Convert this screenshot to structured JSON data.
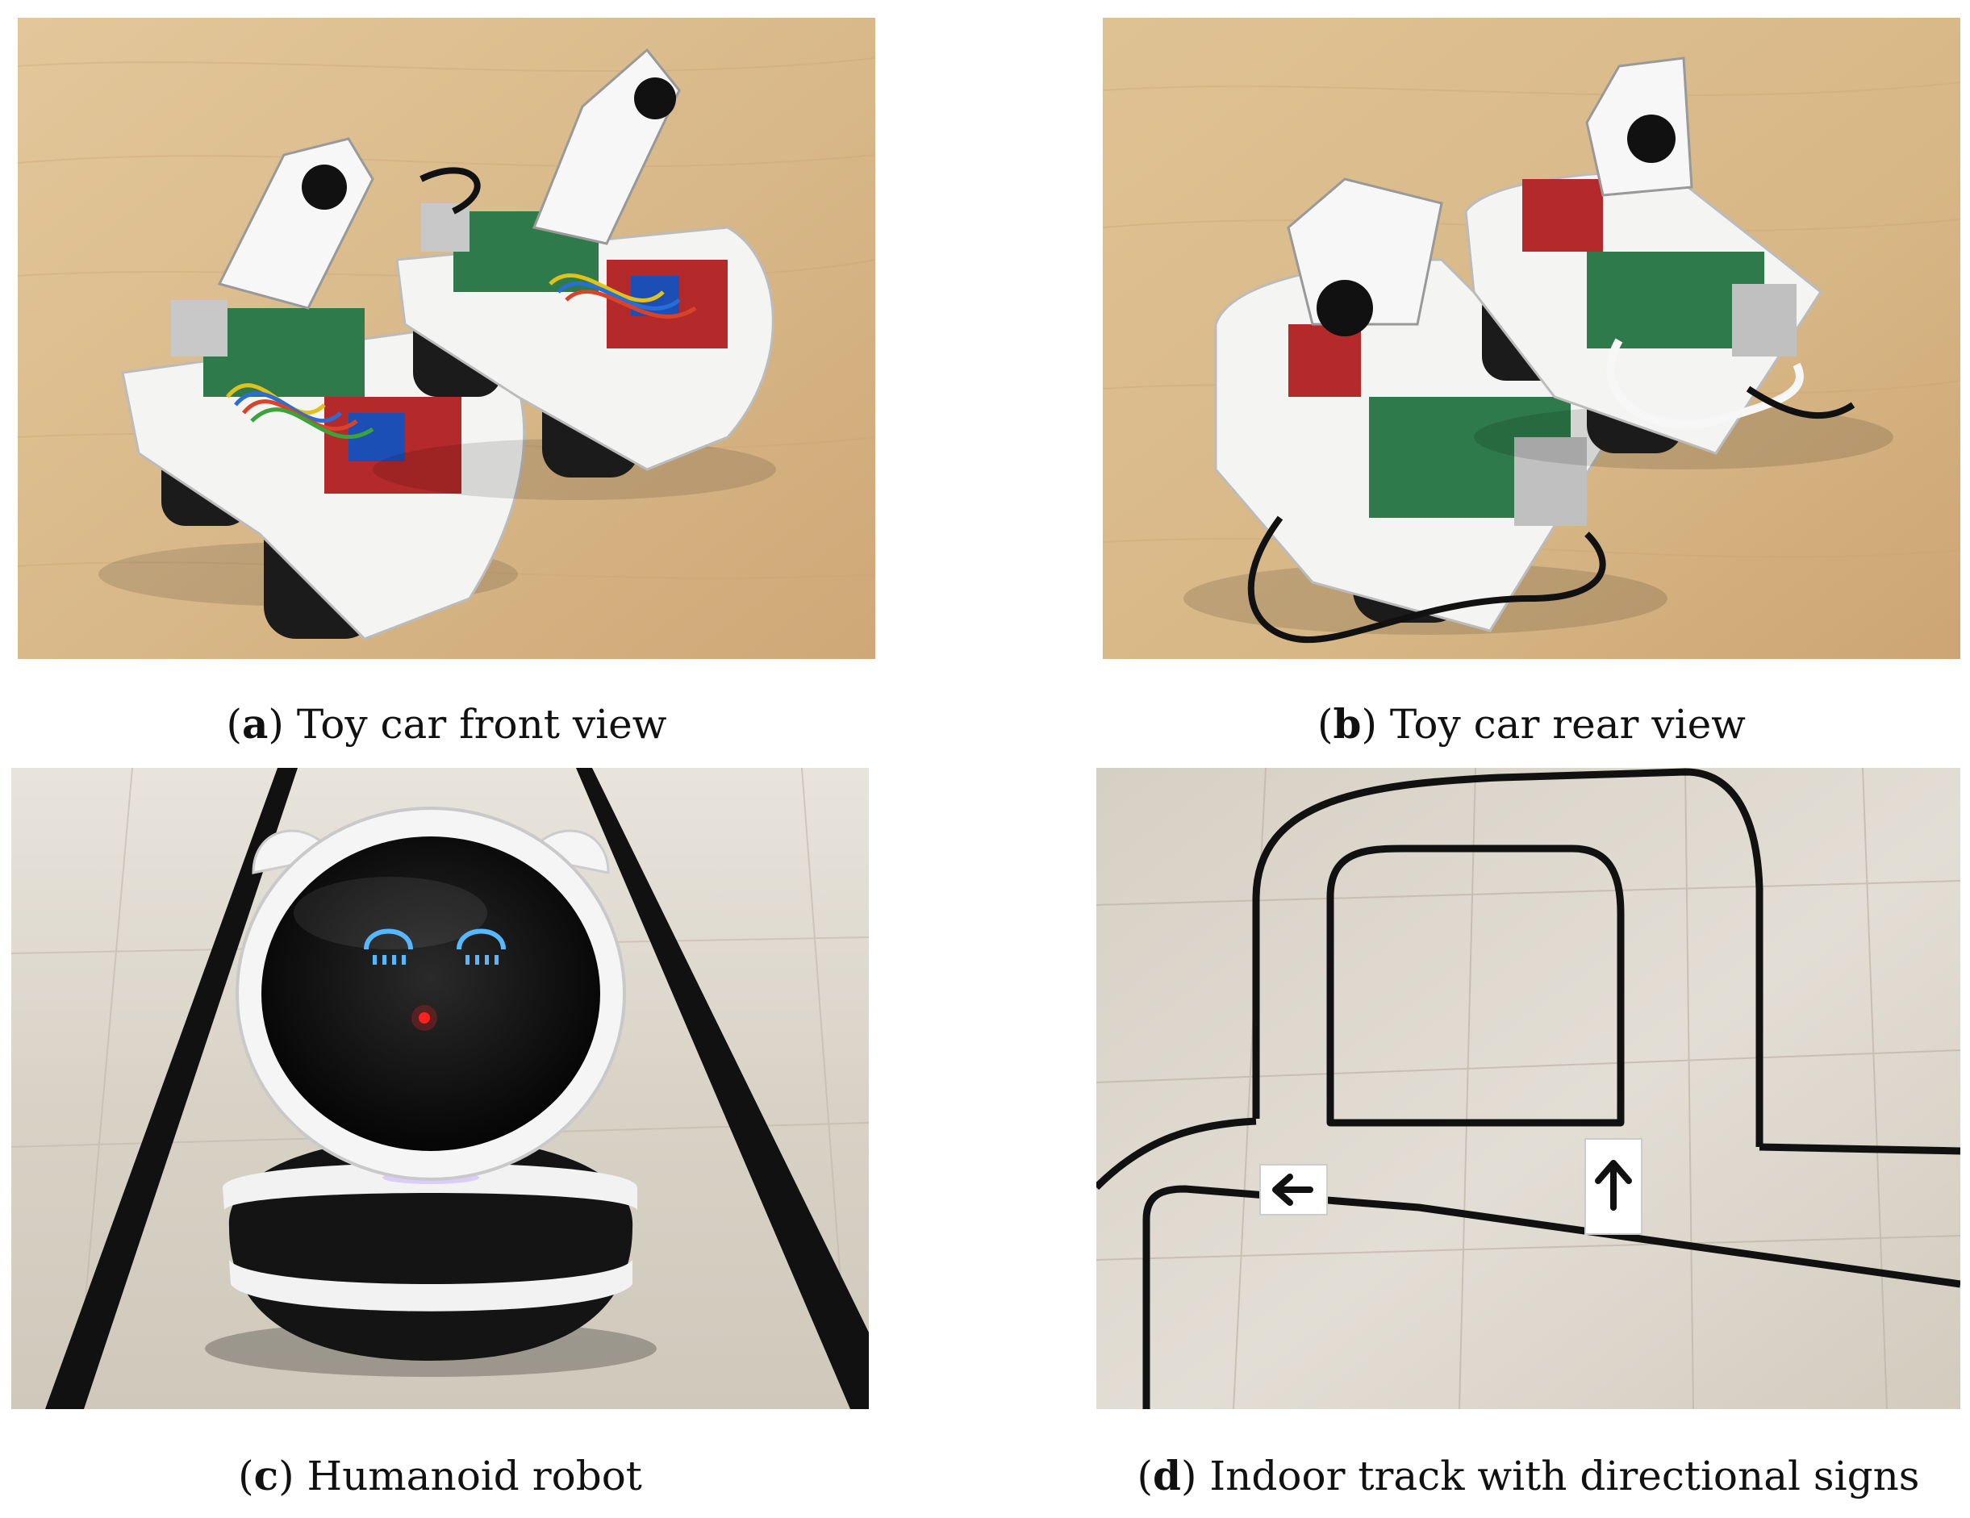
{
  "figures": [
    {
      "label": "a",
      "caption": "Toy car front view"
    },
    {
      "label": "b",
      "caption": "Toy car rear view"
    },
    {
      "label": "c",
      "caption": "Humanoid robot"
    },
    {
      "label": "d",
      "caption": "Indoor track with directional signs"
    }
  ],
  "colors": {
    "wood": "#d9b98a",
    "floor": "#dcd6cc",
    "tape": "#111111",
    "acrylic": "#f4f4f2",
    "pcb_green": "#2f7a4a",
    "driver_red": "#b42a2a",
    "eye_blue": "#58b8ff"
  },
  "icons": [
    "arrow-left-sign",
    "arrow-up-sign"
  ]
}
